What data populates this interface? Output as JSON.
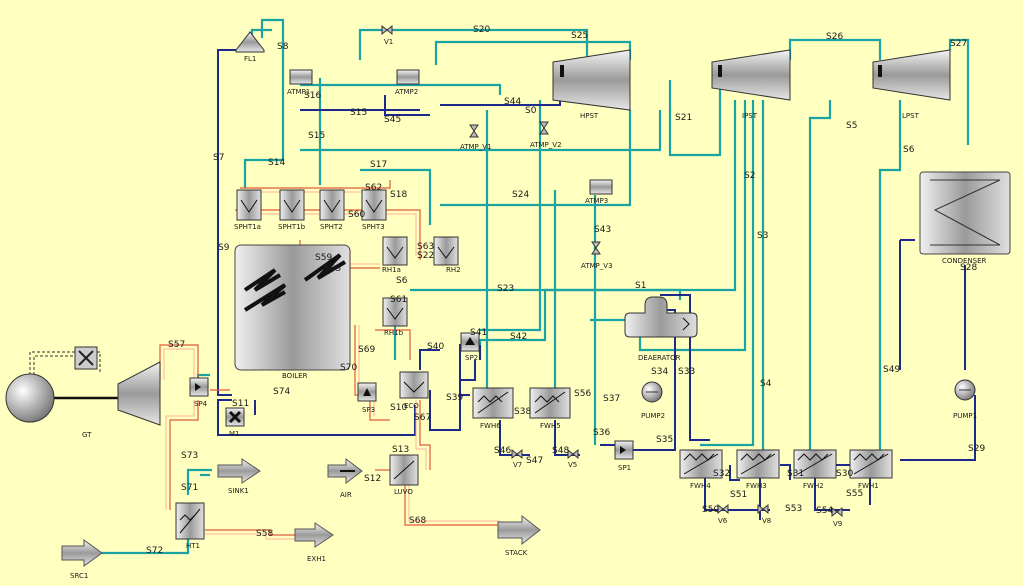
{
  "colors": {
    "background": "#ffffc0",
    "steam": "#1aa3a3",
    "water": "#1c2a8c",
    "gas": "#e05a3a"
  },
  "units": {
    "fl1": "FL1",
    "atmp1": "ATMP1",
    "atmp2": "ATMP2",
    "atmp3": "ATMP3",
    "v1": "V1",
    "atmp_v1": "ATMP_V1",
    "atmp_v2": "ATMP_V2",
    "atmp_v3": "ATMP_V3",
    "hpst": "HPST",
    "ipst": "IPST",
    "lpst": "LPST",
    "condenser": "CONDENSER",
    "sph1a": "SPHT1a",
    "sph1b": "SPHT1b",
    "sph2": "SPHT2",
    "sph3": "SPHT3",
    "rh1a": "RH1a",
    "rh1b": "RH1b",
    "rh2": "RH2",
    "boiler": "BOILER",
    "deaerator": "DEAERATOR",
    "pump1": "PUMP1",
    "pump2": "PUMP2",
    "sp1": "SP1",
    "sp2": "SP2",
    "sp3": "SP3",
    "sp4": "SP4",
    "eco": "ECO",
    "m1": "M1",
    "luvo": "LUVO",
    "air": "AIR",
    "ht1": "HT1",
    "src1": "SRC1",
    "sink1": "SINK1",
    "exh1": "EXH1",
    "stack": "STACK",
    "gt": "GT",
    "fwh1": "FWH1",
    "fwh2": "FWH2",
    "fwh3": "FWH3",
    "fwh4": "FWH4",
    "fwh5": "FWH5",
    "fwh6": "FWH6",
    "v5": "V5",
    "v6": "V6",
    "v7": "V7",
    "v8": "V8",
    "v9": "V9"
  },
  "streams": {
    "s0": "S0",
    "s1": "S1",
    "s2": "S2",
    "s3": "S3",
    "s4": "S4",
    "s5": "S5",
    "s6": "S6",
    "s7": "S7",
    "s8": "S8",
    "s9": "S9",
    "s10": "S10",
    "s11": "S11",
    "s12": "S12",
    "s13": "S13",
    "s14": "S14",
    "s15": "S15",
    "s16": "S16",
    "s17": "S17",
    "s18": "S18",
    "s20": "S20",
    "s21": "S21",
    "s22": "S22",
    "s23": "S23",
    "s24": "S24",
    "s25": "S25",
    "s26": "S26",
    "s27": "S27",
    "s28": "S28",
    "s29": "S29",
    "s30": "S30",
    "s31": "S31",
    "s32": "S32",
    "s33": "S33",
    "s34": "S34",
    "s35": "S35",
    "s36": "S36",
    "s37": "S37",
    "s38": "S38",
    "s39": "S39",
    "s40": "S40",
    "s41": "S41",
    "s42": "S42",
    "s43": "S43",
    "s44": "S44",
    "s45": "S45",
    "s46": "S46",
    "s47": "S47",
    "s48": "S48",
    "s49": "S49",
    "s50": "S50",
    "s51": "S51",
    "s53": "S53",
    "s54": "S54",
    "s55": "S55",
    "s56": "S56",
    "s57": "S57",
    "s58": "S58",
    "s59": "S59",
    "s60": "S60",
    "s61": "S61",
    "s62": "S62",
    "s63": "S63",
    "s65": "S65",
    "s66": "S6",
    "s67": "S67",
    "s68": "S68",
    "s69": "S69",
    "s70": "S70",
    "s71": "S71",
    "s72": "S72",
    "s73": "S73",
    "s74": "S74"
  }
}
